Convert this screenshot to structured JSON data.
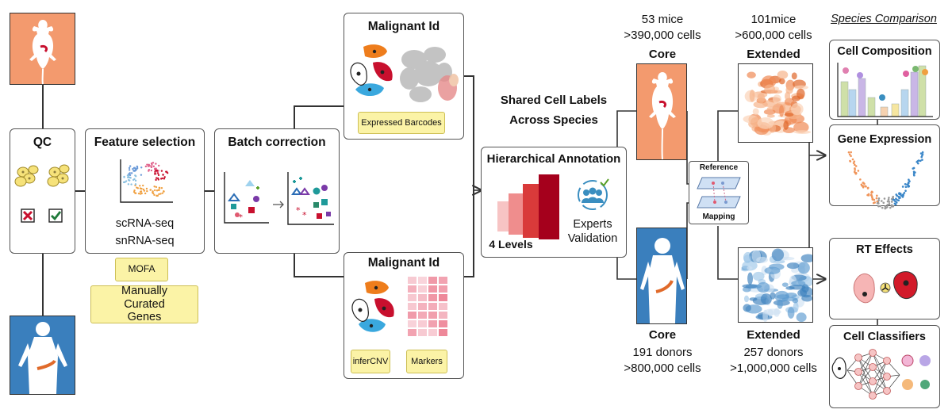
{
  "qc": {
    "title": "QC"
  },
  "feature": {
    "title": "Feature selection",
    "modality1": "scRNA-seq",
    "modality2": "snRNA-seq",
    "mofa": "MOFA",
    "curated": "Manually Curated Genes"
  },
  "batch": {
    "title": "Batch correction"
  },
  "malignant_top": {
    "title": "Malignant Id",
    "note": "Expressed Barcodes"
  },
  "malignant_bottom": {
    "title": "Malignant Id",
    "note1": "inferCNV",
    "note2": "Markers"
  },
  "shared": {
    "line1": "Shared Cell Labels",
    "line2": "Across Species"
  },
  "hier": {
    "title": "Hierarchical Annotation",
    "levels": "4 Levels",
    "experts1": "Experts",
    "experts2": "Validation"
  },
  "mouse_core": {
    "count": "53 mice",
    "cells": ">390,000 cells",
    "label": "Core"
  },
  "mouse_ext": {
    "count": "101mice",
    "cells": ">600,000 cells",
    "label": "Extended"
  },
  "human_core": {
    "label": "Core",
    "count": "191 donors",
    "cells": ">800,000 cells"
  },
  "human_ext": {
    "label": "Extended",
    "count": "257 donors",
    "cells": ">1,000,000 cells"
  },
  "mapping": {
    "top": "Reference",
    "bottom": "Mapping"
  },
  "species": {
    "header": "Species Comparison",
    "composition": "Cell Composition",
    "expression": "Gene Expression"
  },
  "rt": {
    "title": "RT Effects"
  },
  "classifiers": {
    "title": "Cell Classifiers"
  },
  "colors": {
    "mouse": "#f39a6e",
    "human": "#3a7fbd",
    "note": "#fbf3a6",
    "red": "#c8102e"
  }
}
